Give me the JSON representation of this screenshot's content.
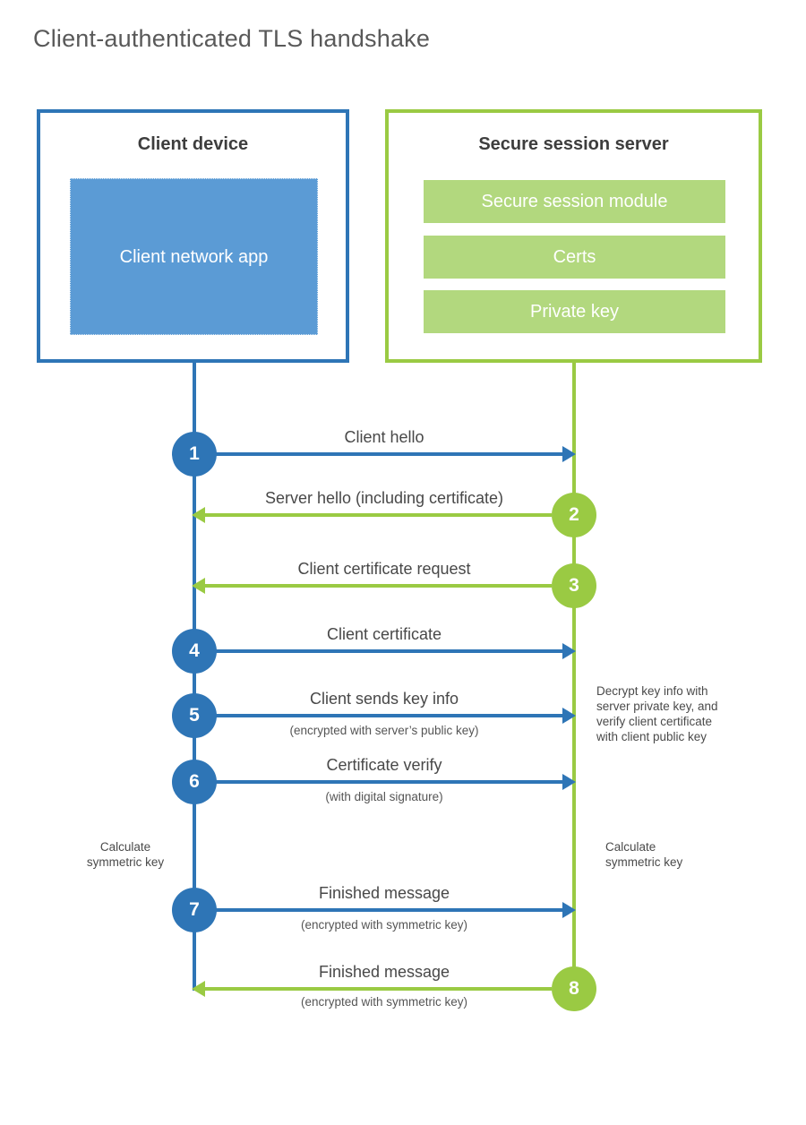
{
  "title": "Client-authenticated TLS handshake",
  "colors": {
    "blue_accent": "#2e75b6",
    "blue_fill": "#5b9bd5",
    "green_accent": "#9aca43",
    "green_fill": "#b2d87e"
  },
  "client": {
    "title": "Client device",
    "module": "Client network app"
  },
  "server": {
    "title": "Secure session server",
    "modules": [
      "Secure session module",
      "Certs",
      "Private key"
    ]
  },
  "steps": [
    {
      "num": "1",
      "from": "client",
      "direction": "right",
      "label": "Client hello"
    },
    {
      "num": "2",
      "from": "server",
      "direction": "left",
      "label": "Server hello (including certificate)"
    },
    {
      "num": "3",
      "from": "server",
      "direction": "left",
      "label": "Client certificate request"
    },
    {
      "num": "4",
      "from": "client",
      "direction": "right",
      "label": "Client certificate"
    },
    {
      "num": "5",
      "from": "client",
      "direction": "right",
      "label": "Client sends key info",
      "sub": "(encrypted with server’s public key)"
    },
    {
      "num": "6",
      "from": "client",
      "direction": "right",
      "label": "Certificate verify",
      "sub": "(with digital signature)"
    },
    {
      "num": "7",
      "from": "client",
      "direction": "right",
      "label": "Finished message",
      "sub": "(encrypted with symmetric key)"
    },
    {
      "num": "8",
      "from": "server",
      "direction": "left",
      "label": "Finished message",
      "sub": "(encrypted with symmetric key)"
    }
  ],
  "notes": {
    "decrypt": "Decrypt key info with\nserver private key, and\nverify client certificate\nwith client public key",
    "calc_client": "Calculate\nsymmetric key",
    "calc_server": "Calculate\nsymmetric key"
  }
}
